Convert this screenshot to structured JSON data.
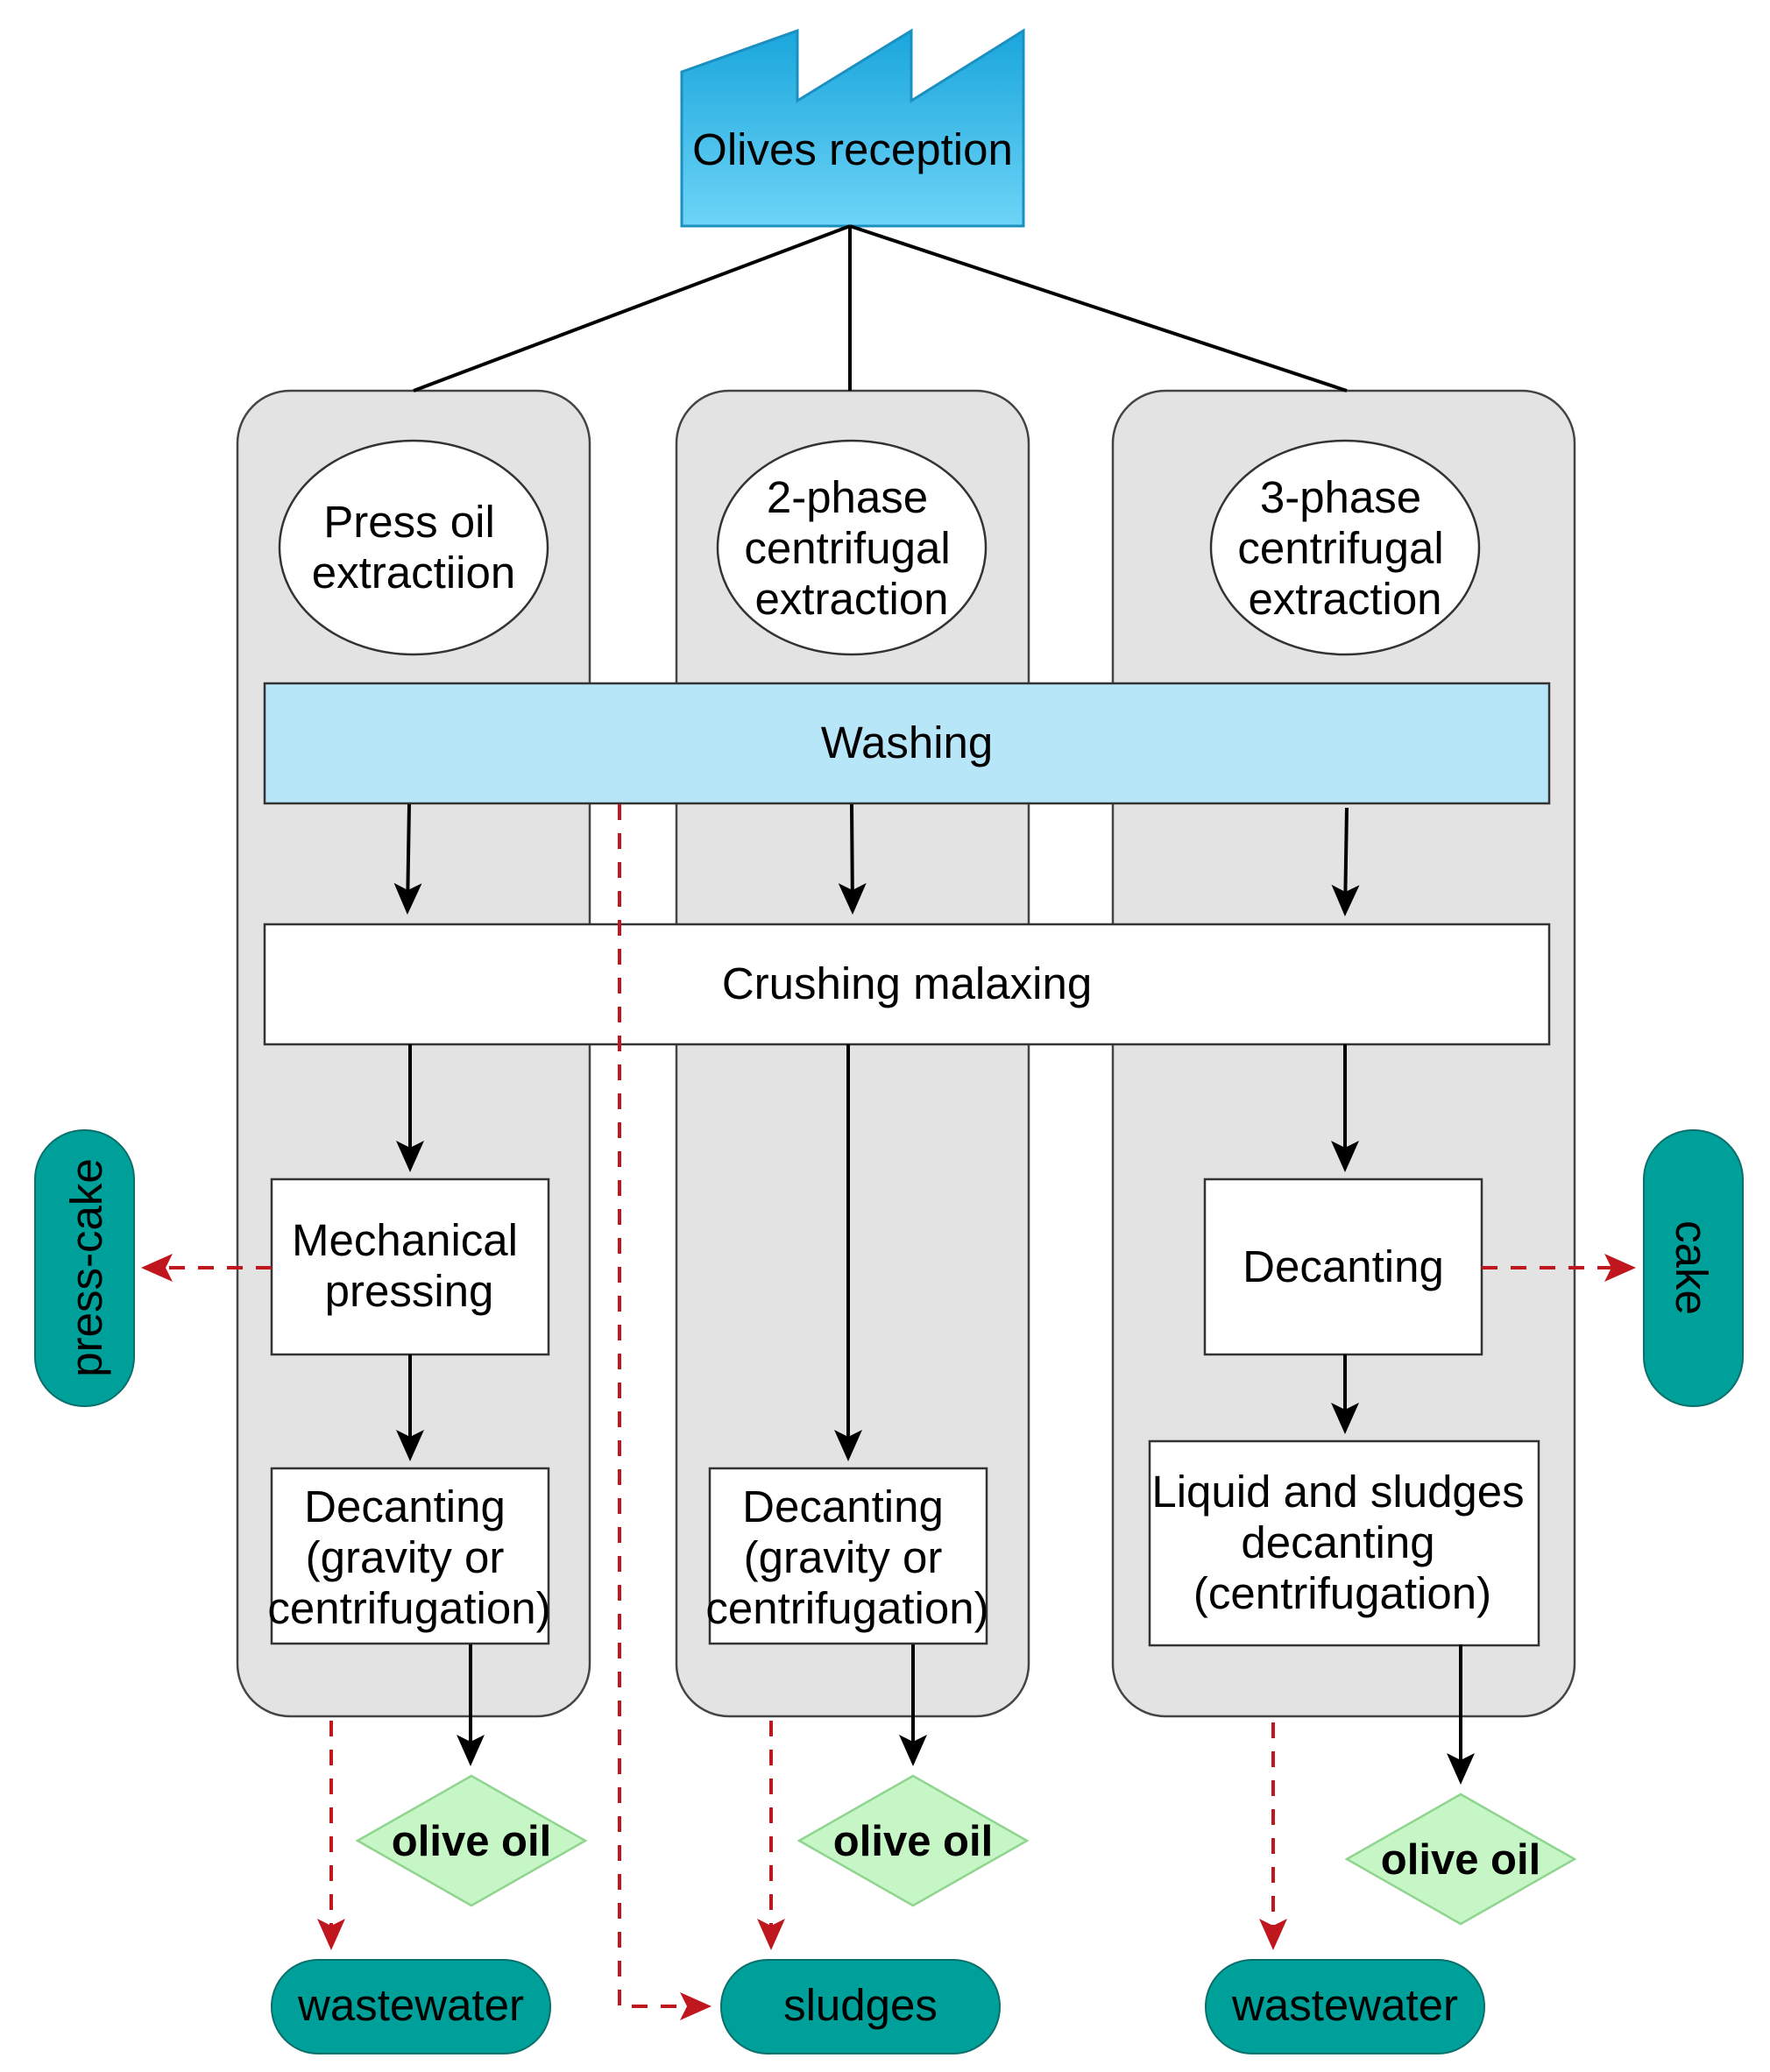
{
  "source": {
    "label": "Olives reception",
    "icon": "factory-icon"
  },
  "methods": {
    "press": [
      "Press oil",
      "extractiion"
    ],
    "two_phase": [
      "2-phase",
      "centrifugal",
      "extraction"
    ],
    "three_phase": [
      "3-phase",
      "centrifugal",
      "extraction"
    ]
  },
  "shared_steps": {
    "washing": "Washing",
    "crushing": "Crushing malaxing"
  },
  "steps": {
    "mechanical_pressing": [
      "Mechanical",
      "pressing"
    ],
    "decanting_press": [
      "Decanting",
      "(gravity or",
      "centrifugation)"
    ],
    "decanting_two_phase": [
      "Decanting",
      "(gravity or",
      "centrifugation)"
    ],
    "decanting_three_phase": "Decanting",
    "liquid_sludges": [
      "Liquid and sludges",
      "decanting",
      "(centrifugation)"
    ]
  },
  "products": {
    "olive_oil_press": "olive oil",
    "olive_oil_two_phase": "olive oil",
    "olive_oil_three_phase": "olive oil"
  },
  "outputs": {
    "press_cake": "press-cake",
    "cake": "cake",
    "wastewater_press": "wastewater",
    "sludges": "sludges",
    "wastewater_three_phase": "wastewater"
  },
  "colors": {
    "factory": "#1fb4e4",
    "washing": "#b8e6f9",
    "panel": "#e3e3e3",
    "terminal": "#00a09a",
    "product": "#c6f6c6",
    "waste_arrow": "#c0161d",
    "flow_arrow": "#000000"
  }
}
